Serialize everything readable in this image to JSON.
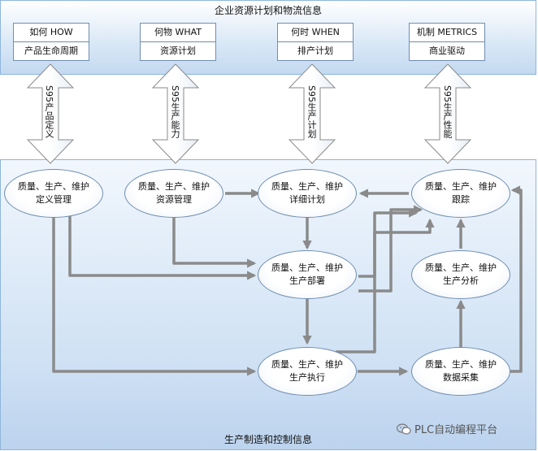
{
  "top_title": "企业资源计划和物流信息",
  "bottom_title": "生产制造和控制信息",
  "headers": [
    {
      "line1": "如何 HOW",
      "line2": "产品生命周期"
    },
    {
      "line1": "何物 WHAT",
      "line2": "资源计划"
    },
    {
      "line1": "何时 WHEN",
      "line2": "排产计划"
    },
    {
      "line1": "机制 METRICS",
      "line2": "商业驱动"
    }
  ],
  "arrow_labels": [
    "S95产品定义",
    "S95生产能力",
    "S95生产计划",
    "S95生产性能"
  ],
  "nodes": {
    "def": {
      "line1": "质量、生产、维护",
      "line2": "定义管理"
    },
    "res": {
      "line1": "质量、生产、维护",
      "line2": "资源管理"
    },
    "plan": {
      "line1": "质量、生产、维护",
      "line2": "详细计划"
    },
    "track": {
      "line1": "质量、生产、维护",
      "line2": "跟踪"
    },
    "deploy": {
      "line1": "质量、生产、维护",
      "line2": "生产部署"
    },
    "analysis": {
      "line1": "质量、生产、维护",
      "line2": "生产分析"
    },
    "exec": {
      "line1": "质量、生产、维护",
      "line2": "生产执行"
    },
    "collect": {
      "line1": "质量、生产、维护",
      "line2": "数据采集"
    }
  },
  "watermark": "PLC自动编程平台"
}
